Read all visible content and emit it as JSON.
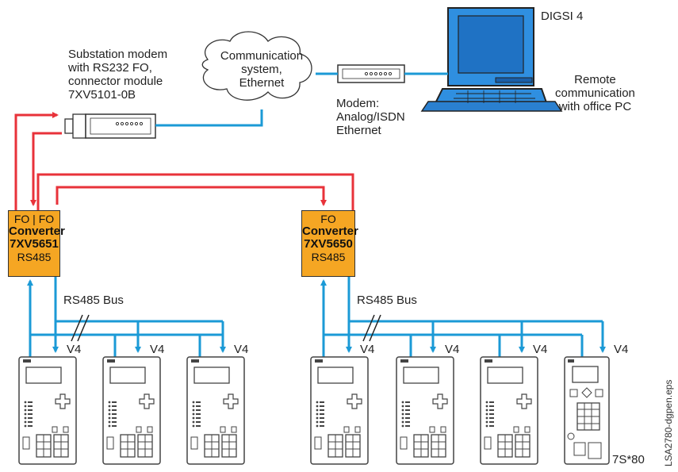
{
  "labels": {
    "digsi": "DIGSI 4",
    "remote": [
      "Remote",
      "communication",
      "with office PC"
    ],
    "substation_modem": [
      "Substation modem",
      "with RS232 FO,",
      "connector module",
      "7XV5101-0B"
    ],
    "comm_system": [
      "Communication",
      "system,",
      "Ethernet"
    ],
    "modem": [
      "Modem:",
      "Analog/ISDN",
      "Ethernet"
    ],
    "bus_left": "RS485 Bus",
    "bus_right": "RS485 Bus",
    "v4": "V4",
    "device_7s80": "7S*80",
    "file_id": "LSA2780-dgpen.eps"
  },
  "converter_left": {
    "fo_top": "FO | FO",
    "name": "Converter",
    "model": "7XV5651",
    "port": "RS485"
  },
  "converter_right": {
    "fo_top": "FO",
    "name": "Converter",
    "model": "7XV5650",
    "port": "RS485"
  },
  "colors": {
    "fiber": "#e8323a",
    "bus": "#1b9ad6",
    "converter": "#f5a623",
    "monitor": "#2f8fe0"
  }
}
